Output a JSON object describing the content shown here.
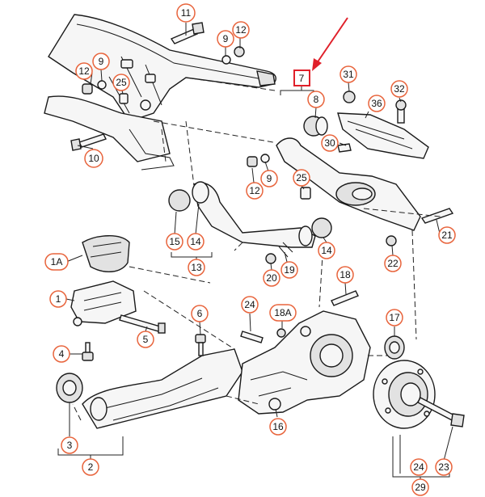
{
  "diagram": {
    "callouts": [
      {
        "id": "c-11",
        "label": "11"
      },
      {
        "id": "c-9a",
        "label": "9"
      },
      {
        "id": "c-12a",
        "label": "12"
      },
      {
        "id": "c-12b",
        "label": "12"
      },
      {
        "id": "c-9b",
        "label": "9"
      },
      {
        "id": "c-25a",
        "label": "25"
      },
      {
        "id": "c-10",
        "label": "10"
      },
      {
        "id": "c-7",
        "label": "7"
      },
      {
        "id": "c-8",
        "label": "8"
      },
      {
        "id": "c-31",
        "label": "31"
      },
      {
        "id": "c-32",
        "label": "32"
      },
      {
        "id": "c-36",
        "label": "36"
      },
      {
        "id": "c-30",
        "label": "30"
      },
      {
        "id": "c-9c",
        "label": "9"
      },
      {
        "id": "c-12c",
        "label": "12"
      },
      {
        "id": "c-25b",
        "label": "25"
      },
      {
        "id": "c-21",
        "label": "21"
      },
      {
        "id": "c-15",
        "label": "15"
      },
      {
        "id": "c-14a",
        "label": "14"
      },
      {
        "id": "c-13",
        "label": "13"
      },
      {
        "id": "c-14b",
        "label": "14"
      },
      {
        "id": "c-22",
        "label": "22"
      },
      {
        "id": "c-1A",
        "label": "1A"
      },
      {
        "id": "c-20",
        "label": "20"
      },
      {
        "id": "c-19",
        "label": "19"
      },
      {
        "id": "c-18",
        "label": "18"
      },
      {
        "id": "c-1",
        "label": "1"
      },
      {
        "id": "c-24a",
        "label": "24"
      },
      {
        "id": "c-18A",
        "label": "18A"
      },
      {
        "id": "c-6",
        "label": "6"
      },
      {
        "id": "c-17",
        "label": "17"
      },
      {
        "id": "c-5",
        "label": "5"
      },
      {
        "id": "c-4",
        "label": "4"
      },
      {
        "id": "c-16",
        "label": "16"
      },
      {
        "id": "c-3",
        "label": "3"
      },
      {
        "id": "c-2",
        "label": "2"
      },
      {
        "id": "c-24b",
        "label": "24"
      },
      {
        "id": "c-23",
        "label": "23"
      },
      {
        "id": "c-29",
        "label": "29"
      }
    ],
    "highlight": {
      "label": "7",
      "color": "#e0202a"
    },
    "colors": {
      "callout_border": "#e8643c",
      "line": "#222222",
      "arrow": "#e0202a"
    }
  }
}
